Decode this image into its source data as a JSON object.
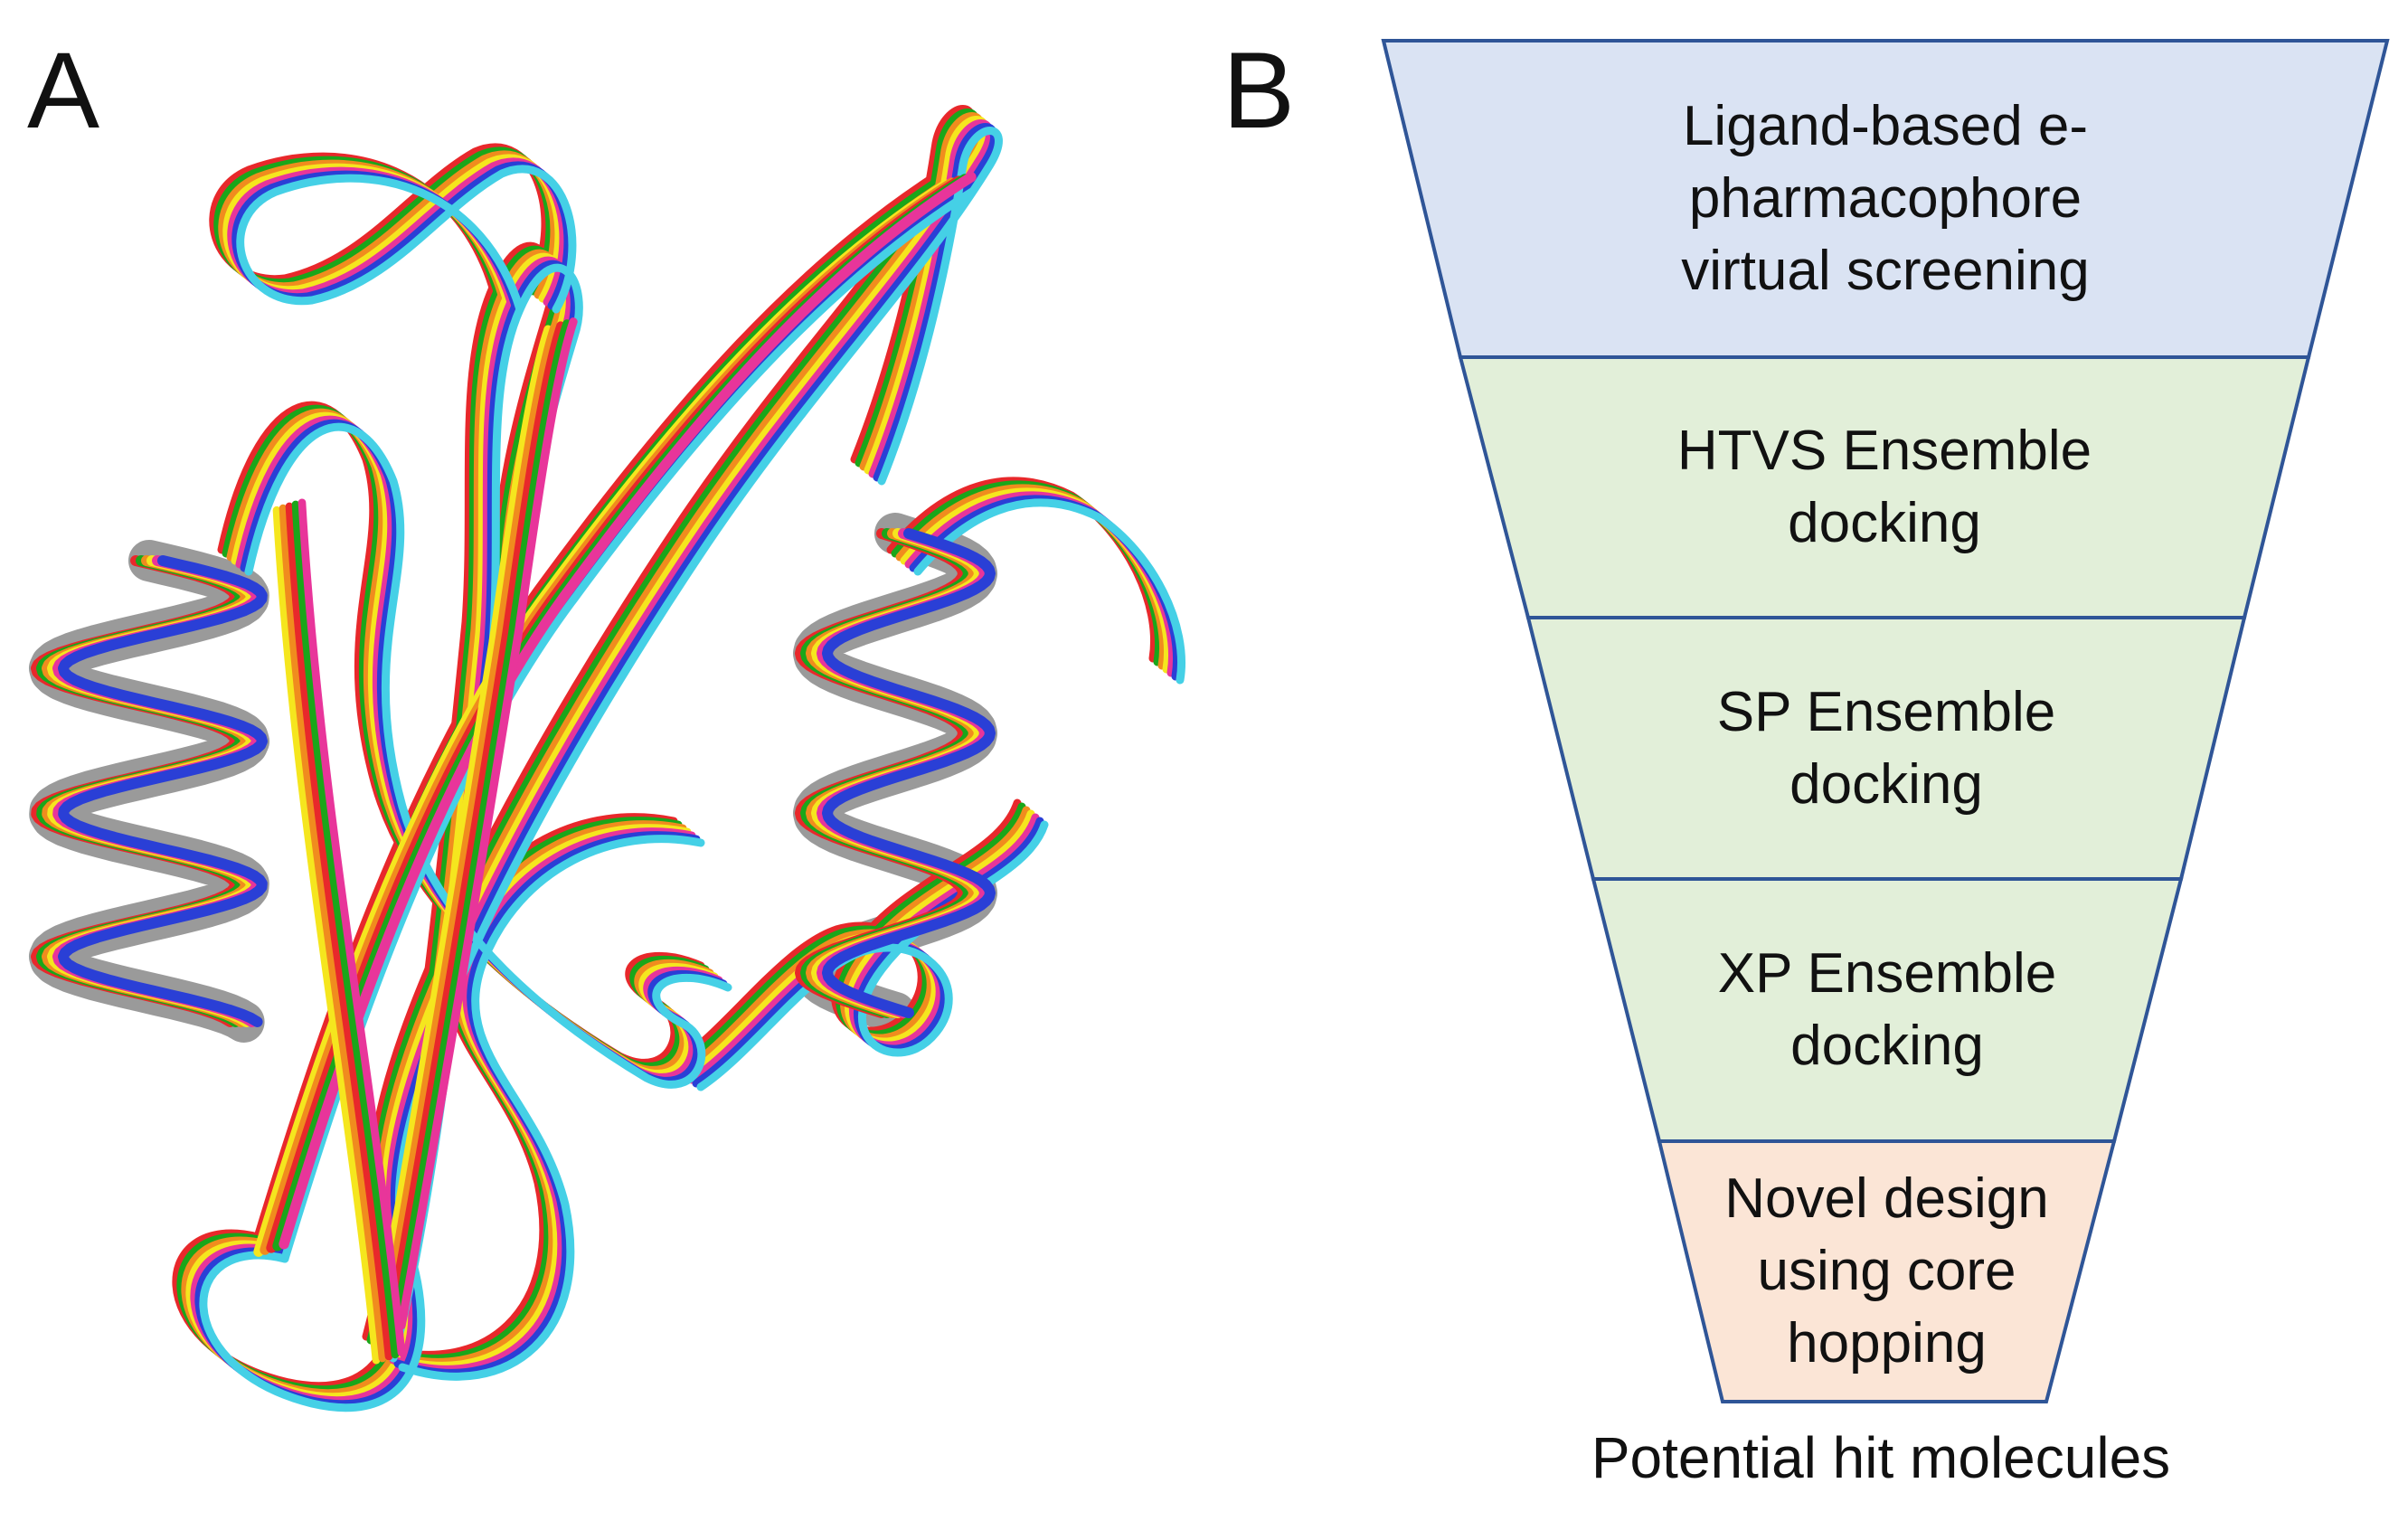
{
  "panels": {
    "a": {
      "label": "A"
    },
    "b": {
      "label": "B"
    }
  },
  "funnel": {
    "tiers": [
      {
        "lines": [
          "Ligand-based e-",
          "pharmacophore",
          "virtual screening"
        ],
        "fill": "#dae3f3"
      },
      {
        "lines": [
          "HTVS Ensemble",
          "docking"
        ],
        "fill": "#e2efd9"
      },
      {
        "lines": [
          "SP Ensemble",
          "docking"
        ],
        "fill": "#e2efd9"
      },
      {
        "lines": [
          "XP Ensemble",
          "docking"
        ],
        "fill": "#e2efd9"
      },
      {
        "lines": [
          "Novel design",
          "using core",
          "hopping"
        ],
        "fill": "#fbe5d6"
      }
    ],
    "stroke": "#2f5597",
    "caption": "Potential hit molecules"
  },
  "ribbon_colors": [
    "#e8282b",
    "#1aa61a",
    "#f08c1e",
    "#f5e61e",
    "#e8359a",
    "#2a3fd6",
    "#45d0e6",
    "#9a9a9a"
  ]
}
